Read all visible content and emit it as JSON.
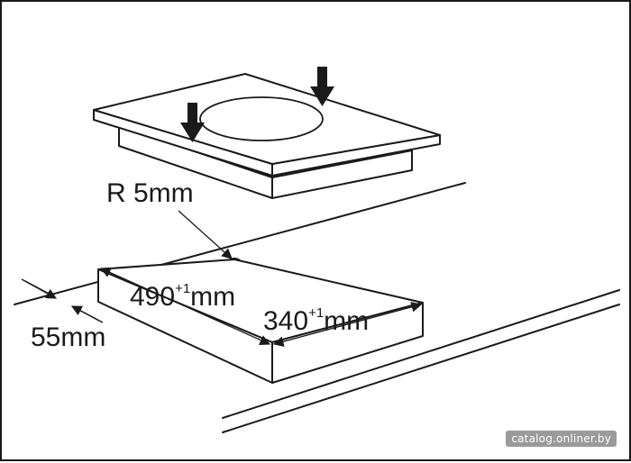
{
  "labels": {
    "radius": "R 5mm",
    "cutout_length_value": "490",
    "cutout_length_tolerance": "+1",
    "cutout_length_unit": "mm",
    "cutout_width_value": "340",
    "cutout_width_tolerance": "+1",
    "cutout_width_unit": "mm",
    "edge_distance": "55mm"
  },
  "watermark": "catalog.onliner.by",
  "colors": {
    "line": "#1a1a1a",
    "background": "#ffffff",
    "watermark_bg": "#9a9a9a"
  }
}
